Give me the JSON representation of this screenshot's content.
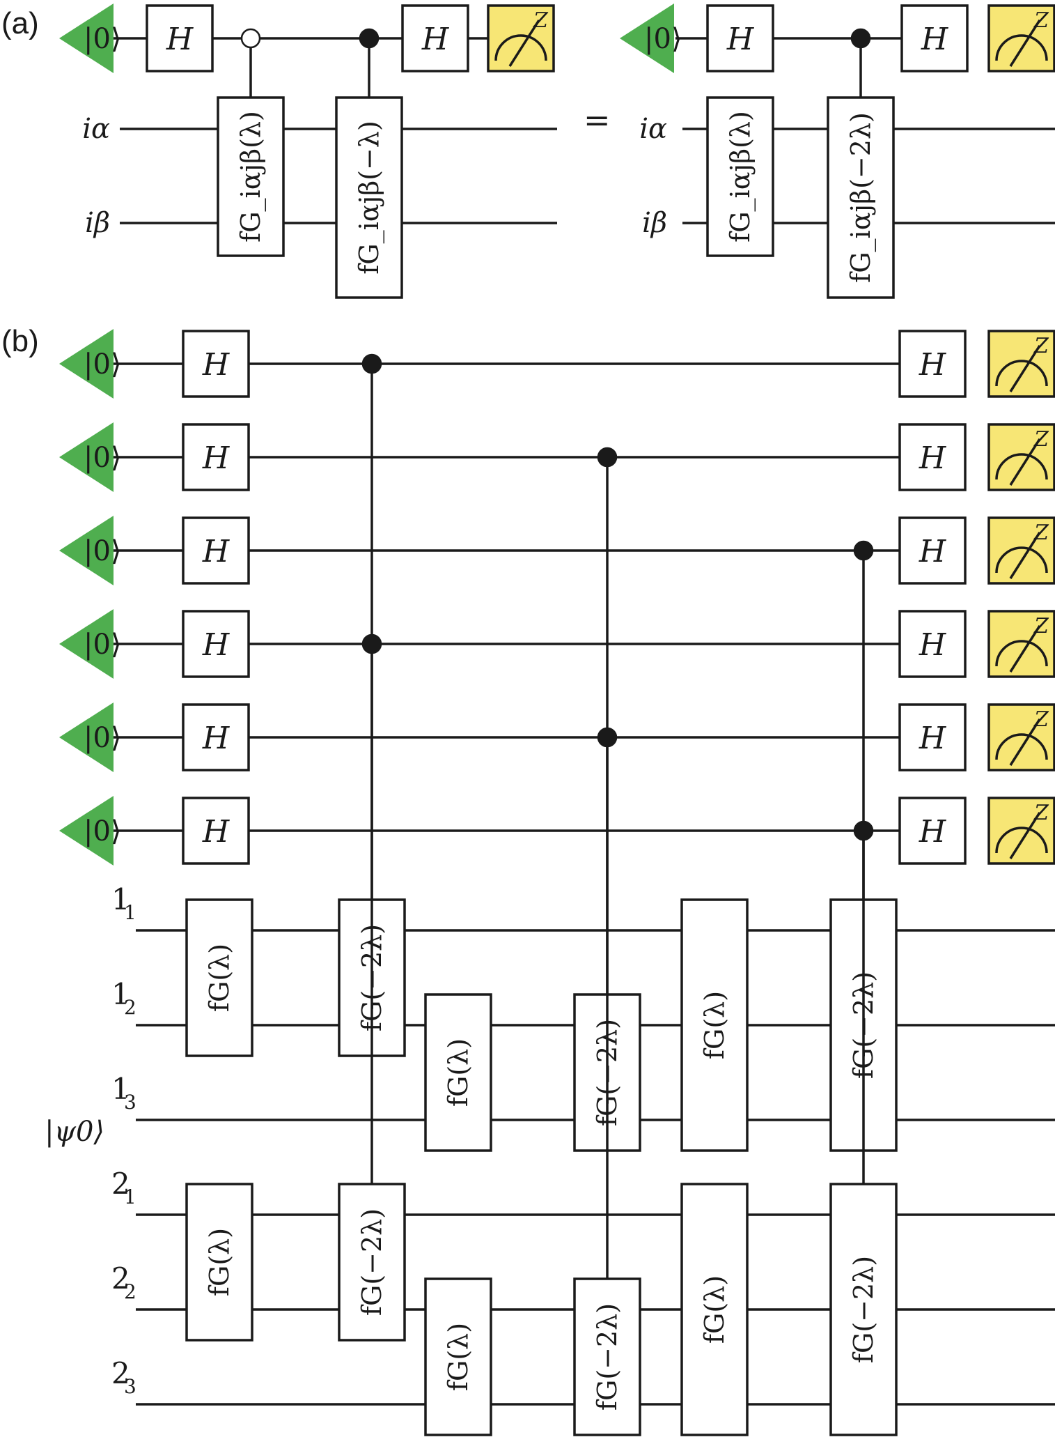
{
  "panels": {
    "a": "(a)",
    "b": "(b)"
  },
  "equals": "=",
  "ket_zero": "|0⟩",
  "hadamard": "H",
  "meter_basis": "Z",
  "ancilla_color": "#4fae4f",
  "meter_color": "#f7e675",
  "a_left": {
    "row_labels": [
      "iα",
      "iβ"
    ],
    "first_gate": "fG_iαjβ(λ)",
    "second_gate": "fG_iαjβ(−λ)",
    "first_control": "open",
    "second_control": "filled"
  },
  "a_right": {
    "row_labels": [
      "iα",
      "iβ"
    ],
    "first_gate": "fG_iαjβ(λ)",
    "second_gate": "fG_iαjβ(−2λ)",
    "second_control": "filled"
  },
  "b": {
    "ancilla_count": 6,
    "register_label": "|ψ0⟩",
    "qubit_labels": [
      "1_1",
      "1_2",
      "1_3",
      "2_1",
      "2_2",
      "2_3"
    ],
    "gates": [
      {
        "label": "fG(λ)",
        "qubits": [
          1,
          2
        ]
      },
      {
        "label": "fG(−2λ)",
        "qubits": [
          1,
          2
        ],
        "control": 1
      },
      {
        "label": "fG(λ)",
        "qubits": [
          4,
          5
        ]
      },
      {
        "label": "fG(−2λ)",
        "qubits": [
          4,
          5
        ],
        "control": 4
      },
      {
        "label": "fG(λ)",
        "qubits": [
          2,
          3
        ]
      },
      {
        "label": "fG(−2λ)",
        "qubits": [
          2,
          3
        ],
        "control": 2
      },
      {
        "label": "fG(λ)",
        "qubits": [
          5,
          6
        ]
      },
      {
        "label": "fG(−2λ)",
        "qubits": [
          5,
          6
        ],
        "control": 5
      },
      {
        "label": "fG(λ)",
        "qubits": [
          1,
          3
        ]
      },
      {
        "label": "fG(−2λ)",
        "qubits": [
          1,
          3
        ],
        "control": 3
      },
      {
        "label": "fG(λ)",
        "qubits": [
          4,
          6
        ]
      },
      {
        "label": "fG(−2λ)",
        "qubits": [
          4,
          6
        ],
        "control": 6
      }
    ]
  }
}
